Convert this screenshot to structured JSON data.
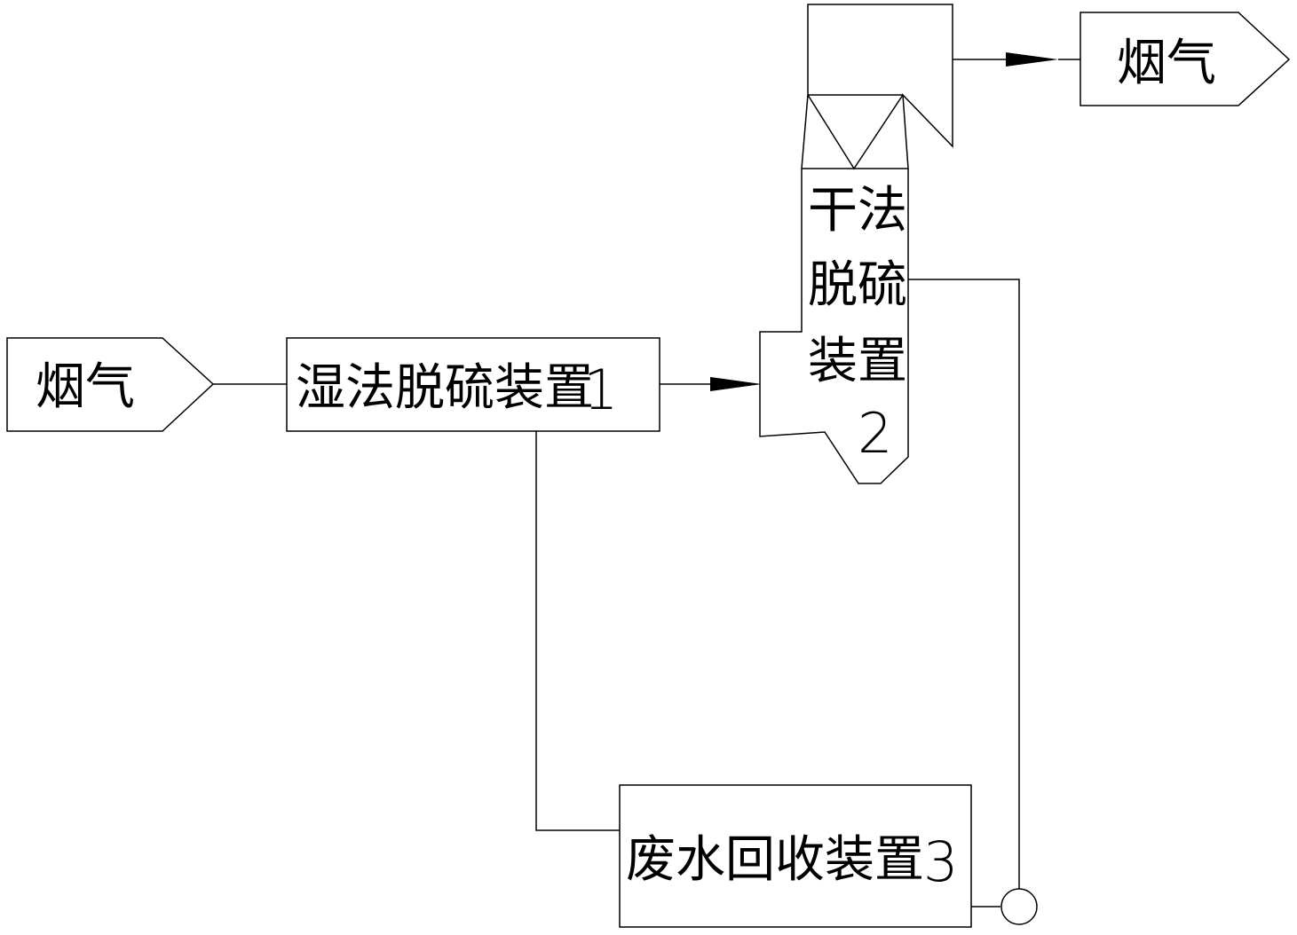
{
  "inlet": {
    "label": "烟气"
  },
  "outlet": {
    "label": "烟气"
  },
  "wet_unit": {
    "label": "湿法脱硫装置",
    "number": "1"
  },
  "dry_unit": {
    "label_lines": [
      "干法",
      "脱硫",
      "装置"
    ],
    "number": "2"
  },
  "wastewater_unit": {
    "label": "废水回收装置",
    "number": "3"
  },
  "colors": {
    "stroke": "#000000",
    "background": "#ffffff"
  }
}
